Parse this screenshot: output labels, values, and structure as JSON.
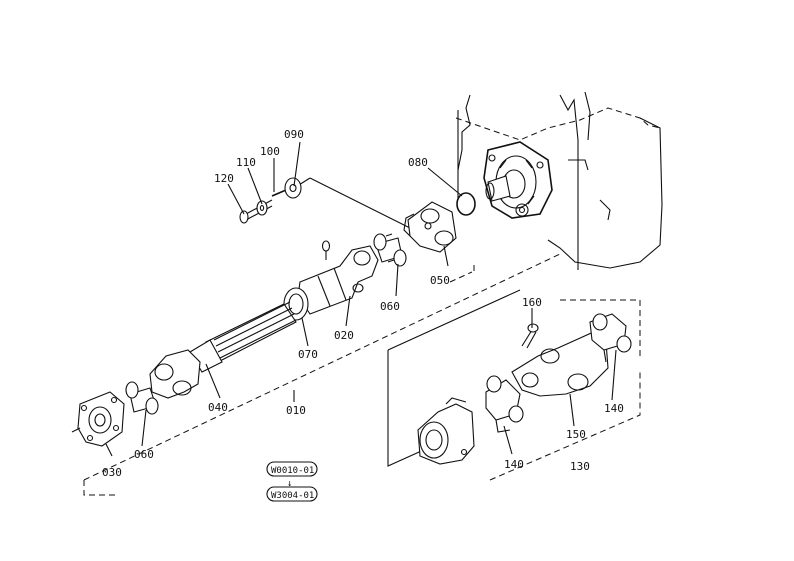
{
  "parts": [
    {
      "id": "p010",
      "label": "010"
    },
    {
      "id": "p020",
      "label": "020"
    },
    {
      "id": "p030",
      "label": "030"
    },
    {
      "id": "p040",
      "label": "040"
    },
    {
      "id": "p050",
      "label": "050"
    },
    {
      "id": "p060a",
      "label": "060"
    },
    {
      "id": "p060b",
      "label": "060"
    },
    {
      "id": "p070",
      "label": "070"
    },
    {
      "id": "p080",
      "label": "080"
    },
    {
      "id": "p090",
      "label": "090"
    },
    {
      "id": "p100",
      "label": "100"
    },
    {
      "id": "p110",
      "label": "110"
    },
    {
      "id": "p120",
      "label": "120"
    },
    {
      "id": "p130",
      "label": "130"
    },
    {
      "id": "p140a",
      "label": "140"
    },
    {
      "id": "p140b",
      "label": "140"
    },
    {
      "id": "p150",
      "label": "150"
    },
    {
      "id": "p160",
      "label": "160"
    }
  ],
  "stamps": {
    "top": "W0010-01",
    "separator": "↓",
    "bottom": "W3004-01"
  }
}
